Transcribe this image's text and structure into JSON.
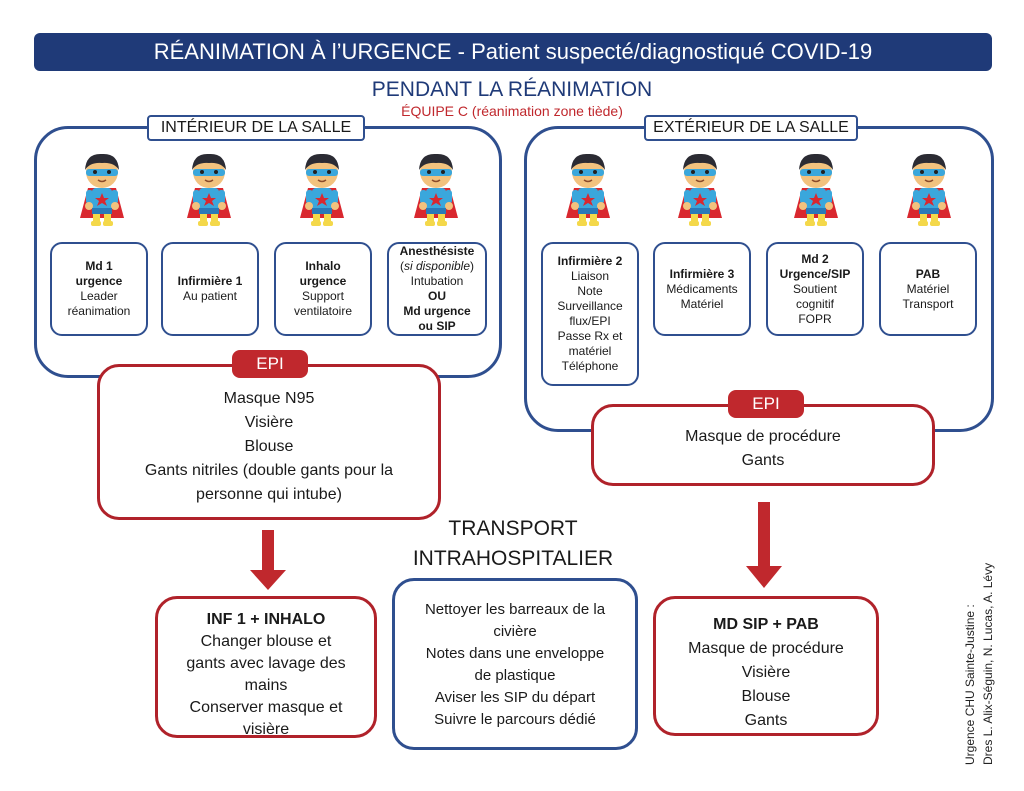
{
  "title": "RÉANIMATION À l’URGENCE - Patient suspecté/diagnostiqué COVID-19",
  "subtitle": "PENDANT LA RÉANIMATION",
  "team": "ÉQUIPE C (réanimation zone tiède)",
  "inside": {
    "label": "INTÉRIEUR DE LA SALLE",
    "roles": [
      {
        "bold": [
          "Md 1",
          "urgence"
        ],
        "lines": [
          "Leader",
          "réanimation"
        ]
      },
      {
        "bold": [
          "Infirmière 1"
        ],
        "lines": [
          "Au patient"
        ]
      },
      {
        "bold": [
          "Inhalo",
          "urgence"
        ],
        "lines": [
          "Support",
          "ventilatoire"
        ]
      },
      {
        "bold": [
          "Anesthésiste"
        ],
        "italic": "si disponible",
        "lines": [
          "Intubation"
        ],
        "bold2": [
          "OU",
          "Md urgence",
          "ou SIP"
        ]
      }
    ],
    "epi_tag": "EPI",
    "epi_items": [
      "Masque N95",
      "Visière",
      "Blouse",
      "Gants nitriles (double gants pour la",
      "personne qui intube)"
    ]
  },
  "outside": {
    "label": "EXTÉRIEUR DE LA SALLE",
    "roles": [
      {
        "bold": [
          "Infirmière 2"
        ],
        "lines": [
          "Liaison",
          "Note",
          "Surveillance",
          "flux/EPI",
          "Passe Rx et",
          "matériel",
          "Téléphone"
        ]
      },
      {
        "bold": [
          "Infirmière 3"
        ],
        "lines": [
          "Médicaments",
          "Matériel"
        ]
      },
      {
        "bold": [
          "Md 2",
          "Urgence/SIP"
        ],
        "lines": [
          "Soutient",
          "cognitif",
          "FOPR"
        ]
      },
      {
        "bold": [
          "PAB"
        ],
        "lines": [
          "Matériel",
          "Transport"
        ]
      }
    ],
    "epi_tag": "EPI",
    "epi_items": [
      "Masque de procédure",
      "Gants"
    ]
  },
  "transport": {
    "title_lines": [
      "TRANSPORT",
      "INTRAHOSPITALIER"
    ],
    "items": [
      "Nettoyer les barreaux de la",
      "civière",
      "Notes dans une enveloppe",
      "de plastique",
      "Aviser les SIP du départ",
      "Suivre le parcours dédié"
    ]
  },
  "after_inside": {
    "title": "INF 1 + INHALO",
    "items": [
      "Changer blouse et",
      "gants avec lavage des",
      "mains",
      "Conserver masque et",
      "visière"
    ]
  },
  "after_outside": {
    "title": "MD SIP + PAB",
    "items": [
      "Masque de procédure",
      "Visière",
      "Blouse",
      "Gants"
    ]
  },
  "credit": [
    "Urgence CHU Sainte-Justine :",
    "Dres L. Alix-Séguin, N. Lucas, A. Lévy"
  ],
  "colors": {
    "navy": "#1f3a78",
    "red": "#c0282d",
    "blue_border": "#2f4f8f"
  },
  "icons": [
    "superhero-icon"
  ]
}
